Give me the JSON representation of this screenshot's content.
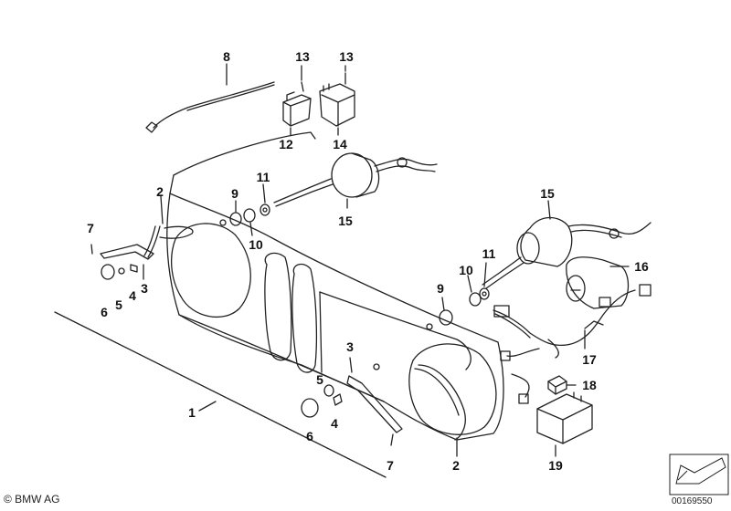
{
  "labels": {
    "l1": "1",
    "l2a": "2",
    "l2b": "2",
    "l3a": "3",
    "l3b": "3",
    "l4a": "4",
    "l4b": "4",
    "l5a": "5",
    "l5b": "5",
    "l6a": "6",
    "l6b": "6",
    "l7a": "7",
    "l7b": "7",
    "l8": "8",
    "l9a": "9",
    "l9b": "9",
    "l10a": "10",
    "l10b": "10",
    "l11a": "11",
    "l11b": "11",
    "l12": "12",
    "l13a": "13",
    "l13b": "13",
    "l14": "14",
    "l15a": "15",
    "l15b": "15",
    "l16": "16",
    "l17": "17",
    "l18": "18",
    "l19": "19"
  },
  "footer": {
    "copyright": "© BMW AG",
    "catalog_number": "00169550"
  }
}
